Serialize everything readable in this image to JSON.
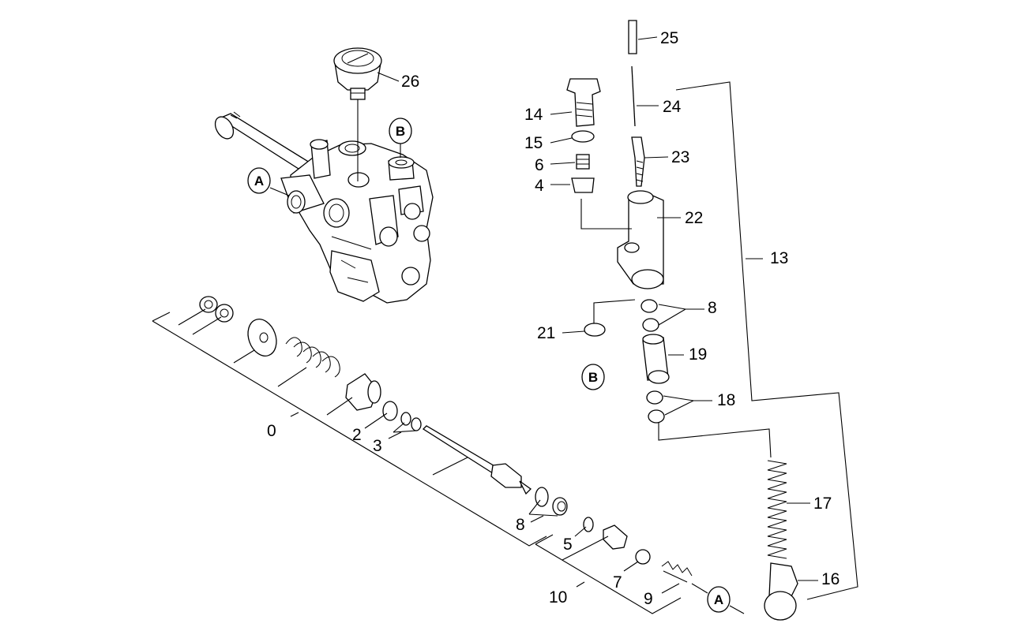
{
  "callouts": {
    "p0": "0",
    "p2": "2",
    "p3": "3",
    "p4": "4",
    "p5": "5",
    "p6": "6",
    "p7": "7",
    "p8a": "8",
    "p8b": "8",
    "p9": "9",
    "p10": "10",
    "p13": "13",
    "p14": "14",
    "p15": "15",
    "p16": "16",
    "p17": "17",
    "p18": "18",
    "p19": "19",
    "p21": "21",
    "p22": "22",
    "p23": "23",
    "p24": "24",
    "p25": "25",
    "p26": "26"
  },
  "connectors": {
    "a_body": "A",
    "a_end": "A",
    "b_body": "B",
    "b_seal": "B"
  }
}
